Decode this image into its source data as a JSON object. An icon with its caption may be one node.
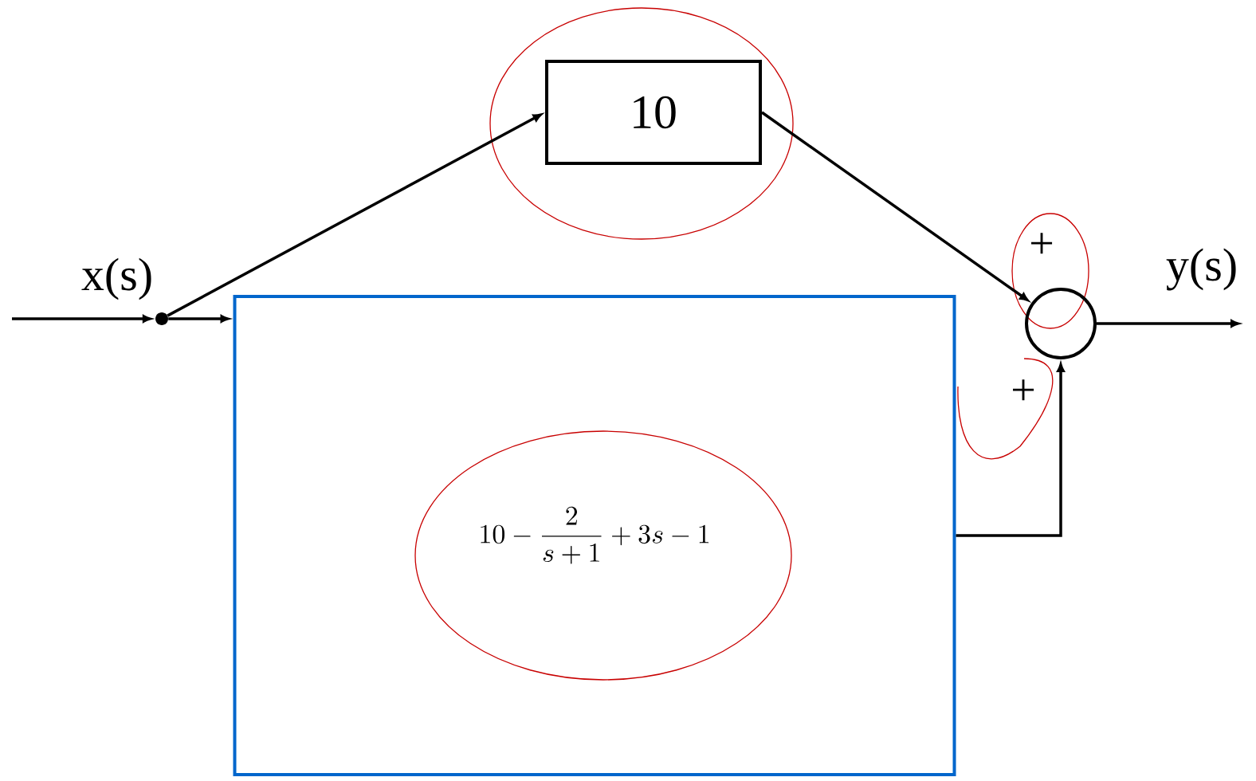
{
  "diagram": {
    "nodes": [
      {
        "text": [],
        "shape": "circle"
      },
      {
        "text": [
          "10"
        ]
      },
      {
        "text": [
          "10-\\frac{2}{s+1}+3s-1"
        ]
      },
      {
        "text": [],
        "shape": "circle",
        "beside": [
          "+",
          "+"
        ]
      }
    ],
    "edges": [
      {
        "from": null,
        "to": 0,
        "arrow": "to"
      },
      {
        "from": 0,
        "to": 1,
        "arrow": "to"
      },
      {
        "from": 0,
        "to": 2,
        "arrow": "to"
      },
      {
        "from": 1,
        "to": 3,
        "arrow": "to"
      },
      {
        "from": 2,
        "to": 3,
        "arrow": "to"
      },
      {
        "from": 3,
        "to": null,
        "arrow": "to"
      }
    ],
    "labels": [
      "x(s)",
      "y(s)"
    ]
  }
}
